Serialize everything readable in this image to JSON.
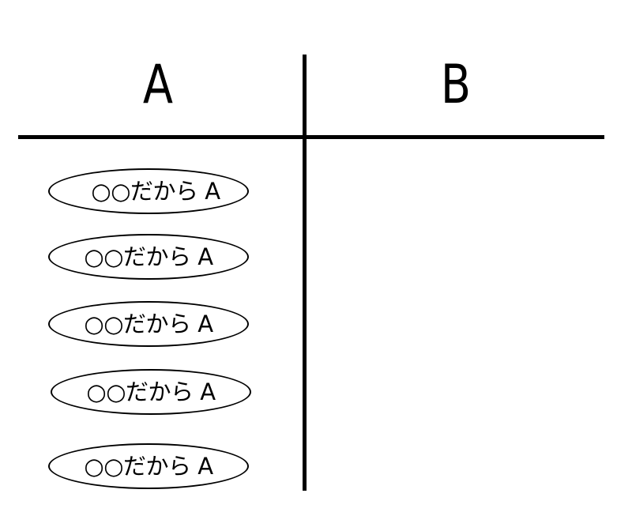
{
  "table": {
    "column_a_header": "A",
    "column_b_header": "B"
  },
  "column_a_items": [
    {
      "label": "○○だから A"
    },
    {
      "label": "○○だから A"
    },
    {
      "label": "○○だから A"
    },
    {
      "label": "○○だから A"
    },
    {
      "label": "○○だから A"
    }
  ],
  "colors": {
    "line": "#000000",
    "background": "#ffffff"
  }
}
